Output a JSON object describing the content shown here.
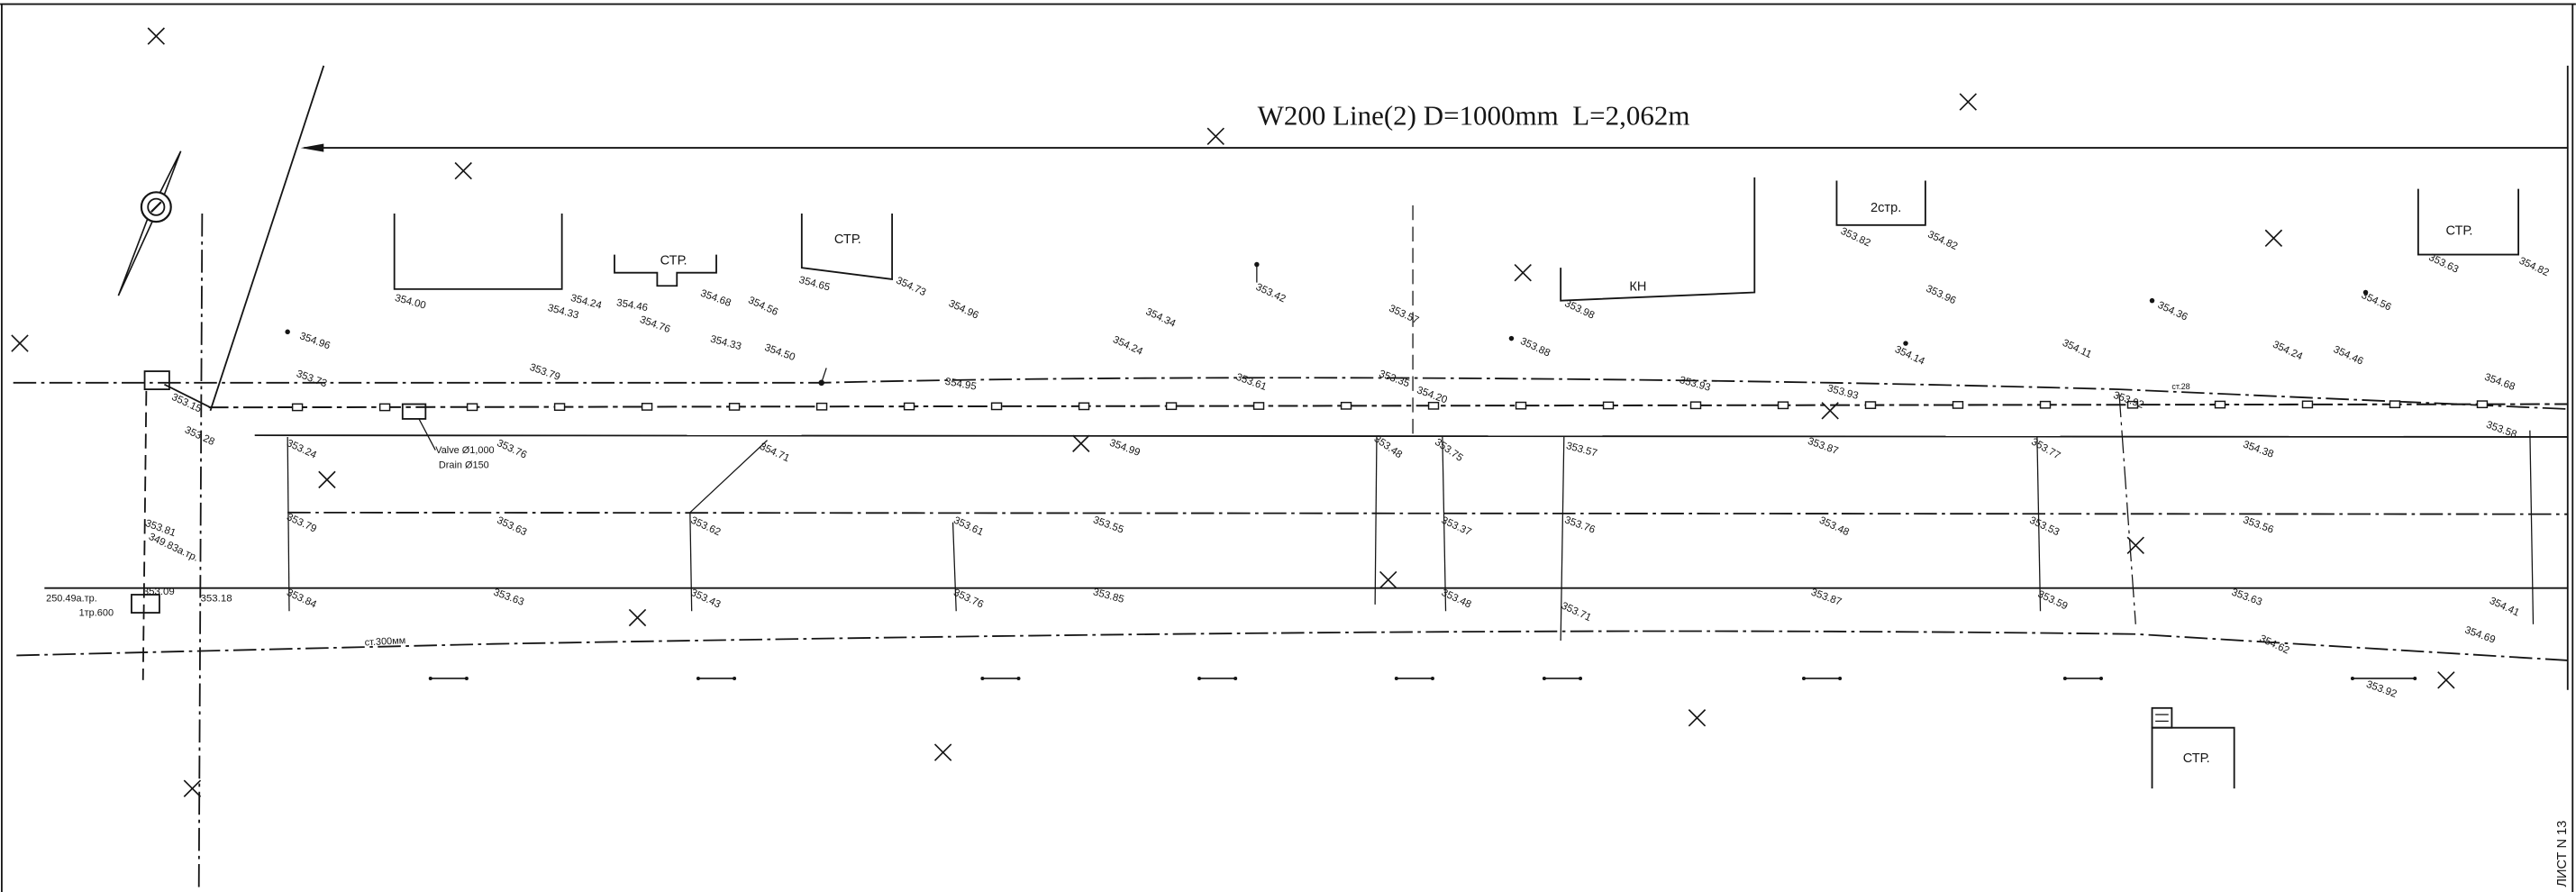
{
  "title": "W200 Line(2) D=1000mm  L=2,062m",
  "sheet_label": "ЛИСТ N 13",
  "building_labels": [
    "СТР.",
    "СТР.",
    "КН",
    "2стр.",
    "СТР.",
    "СТР."
  ],
  "valve_note": {
    "line1": "Valve Ø1,000",
    "line2": "Drain Ø150"
  },
  "left_note": {
    "line1": "250.49а.тр.",
    "line2": "1тр.600"
  },
  "pipe_note": "ст.300мм",
  "post_note": "ст.28",
  "elevations": [
    "354.96",
    "353.73",
    "353.79",
    "354.00",
    "354.33",
    "354.24",
    "354.46",
    "354.76",
    "354.68",
    "354.56",
    "354.65",
    "354.73",
    "354.96",
    "354.33",
    "354.50",
    "354.24",
    "354.34",
    "353.42",
    "353.57",
    "353.88",
    "353.98",
    "353.82",
    "354.82",
    "353.96",
    "354.14",
    "354.11",
    "354.36",
    "354.24",
    "354.46",
    "354.56",
    "353.63",
    "354.82",
    "354.68",
    "354.95",
    "353.61",
    "353.35",
    "354.20",
    "353.93",
    "353.93",
    "353.92",
    "353.15",
    "353.28",
    "353.24",
    "353.76",
    "354.71",
    "354.99",
    "353.48",
    "353.75",
    "353.57",
    "353.87",
    "353.77",
    "354.38",
    "353.58",
    "353.79",
    "353.63",
    "353.62",
    "353.61",
    "353.55",
    "353.37",
    "353.76",
    "353.48",
    "353.53",
    "353.56",
    "353.84",
    "353.63",
    "353.43",
    "353.76",
    "353.85",
    "353.48",
    "353.71",
    "353.87",
    "353.59",
    "353.63",
    "354.41",
    "353.09",
    "353.18",
    "353.81",
    "354.62",
    "354.69",
    "353.92",
    "349.83а.тр."
  ]
}
